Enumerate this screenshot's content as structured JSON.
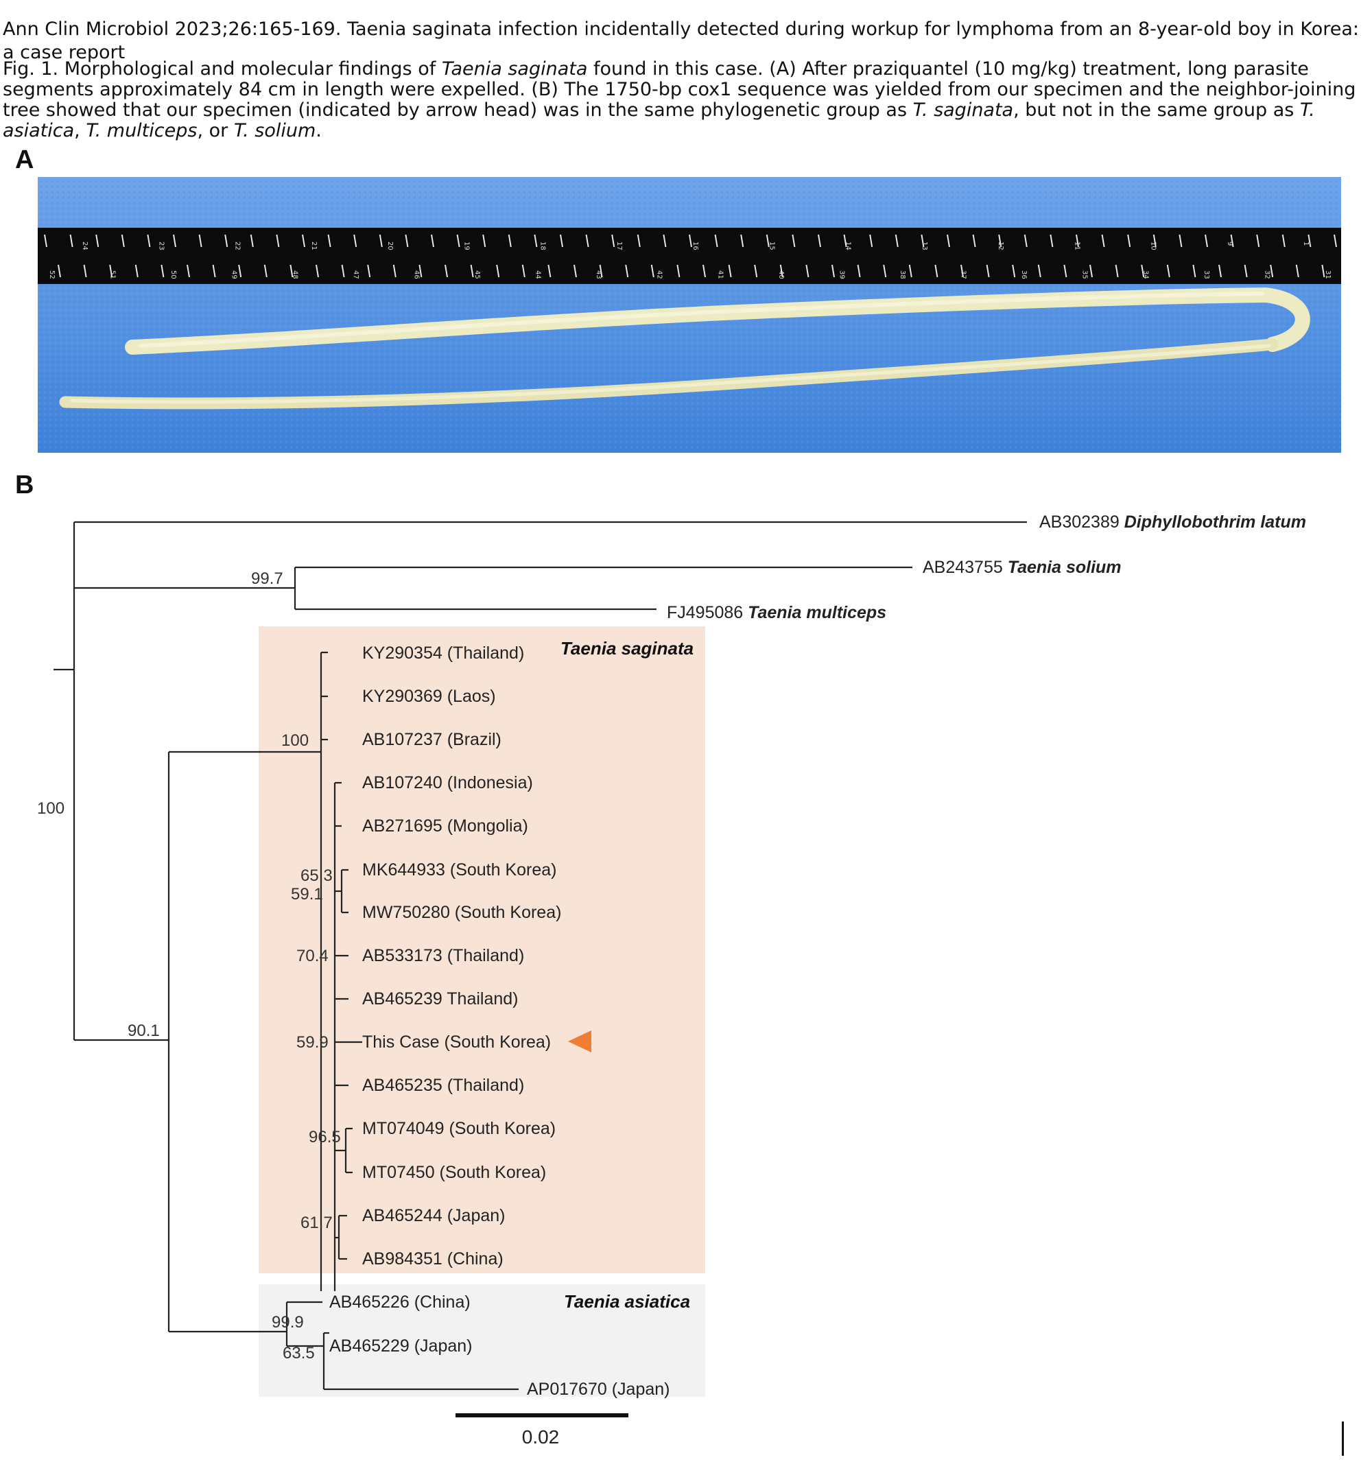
{
  "citation": "Ann Clin Microbiol 2023;26:165-169. Taenia saginata infection incidentally detected during workup for lymphoma from an 8-year-old boy in Korea: a case report",
  "caption": {
    "p1": "Fig. 1. Morphological and molecular findings of ",
    "i1": "Taenia saginata",
    "p2": " found in this case. (A) After praziquantel (10 mg/kg) treatment, long parasite segments approximately 84 cm in length were expelled. (B) The 1750-bp cox1 sequence was yielded from our specimen and the neighbor-joining tree showed that our specimen (indicated by arrow head) was in the same phylogenetic group as ",
    "i2": "T. saginata",
    "p3": ", but not in the same group as ",
    "i3": "T. asiatica",
    "p4": ", ",
    "i4": "T. multiceps",
    "p5": ", or ",
    "i5": "T. solium",
    "p6": "."
  },
  "panels": {
    "a": "A",
    "b": "B"
  },
  "photo": {
    "ruler_top": [
      "24",
      "23",
      "22",
      "21",
      "20",
      "19",
      "18",
      "17",
      "16",
      "15",
      "14",
      "13",
      "12",
      "11",
      "10",
      "9",
      "1"
    ],
    "ruler_bottom": [
      "52",
      "51",
      "50",
      "49",
      "48",
      "47",
      "46",
      "45",
      "44",
      "43",
      "42",
      "41",
      "40",
      "39",
      "38",
      "37",
      "36",
      "35",
      "34",
      "33",
      "32",
      "31"
    ],
    "colors": {
      "cloth": "#4f8fe0",
      "ruler": "#0b0b0b",
      "worm": "#ecebc4"
    }
  },
  "tree": {
    "outgroups": [
      {
        "acc": "AB302389",
        "name": "Diphyllobothrim latum"
      },
      {
        "acc": "AB243755",
        "name": "Taenia solium"
      },
      {
        "acc": "FJ495086",
        "name": "Taenia multiceps"
      }
    ],
    "clade_saginata": {
      "title": "Taenia saginata",
      "color": "#f8e4d7",
      "leaves": [
        "KY290354 (Thailand)",
        "KY290369 (Laos)",
        "AB107237 (Brazil)",
        "AB107240 (Indonesia)",
        "AB271695 (Mongolia)",
        "MK644933 (South Korea)",
        "MW750280 (South Korea)",
        "AB533173 (Thailand)",
        "AB465239 Thailand)",
        "This Case (South Korea)",
        "AB465235 (Thailand)",
        "MT074049 (South Korea)",
        "MT07450 (South Korea)",
        "AB465244 (Japan)",
        "AB984351 (China)"
      ]
    },
    "clade_asiatica": {
      "title": "Taenia asiatica",
      "color": "#f2f2f2",
      "leaves": [
        "AB465226 (China)",
        "AB465229 (Japan)",
        "AP017670 (Japan)"
      ]
    },
    "bootstrap": {
      "root": "100",
      "solium_multiceps": "99.7",
      "taenia": "90.1",
      "saginata": "100",
      "b653": "65.3",
      "b591": "59.1",
      "b704": "70.4",
      "b599": "59.9",
      "b965": "96.5",
      "b617": "61.7",
      "asiatica": "99.9",
      "b635": "63.5"
    },
    "scale_label": "0.02",
    "marker_color": "#ef7d33"
  }
}
